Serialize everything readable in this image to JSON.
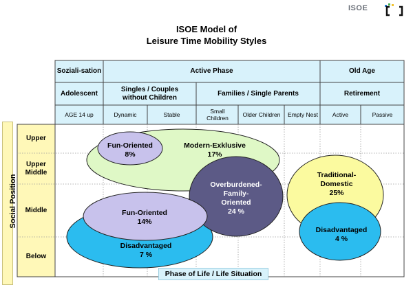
{
  "logo": {
    "text": "ISOE"
  },
  "title": {
    "line1": "ISOE Model of",
    "line2": "Leisure Time Mobility Styles"
  },
  "header": {
    "top": [
      "Soziali-sation",
      "Active Phase",
      "Old Age"
    ],
    "middle": [
      "Adolescent",
      "Singles / Couples without Children",
      "Families / Single Parents",
      "Retirement"
    ],
    "bottom": [
      "AGE 14 up",
      "Dynamic",
      "Stable",
      "Small Children",
      "Older Children",
      "Empty Nest",
      "Active",
      "Passive"
    ]
  },
  "rows": [
    "Upper",
    "Upper Middle",
    "Middle",
    "Below"
  ],
  "axis": {
    "y": "Social Position",
    "x": "Phase of Life / Life Situation"
  },
  "colors": {
    "header_fill": "#d8f2fb",
    "modern_exklusive": "#dff8c6",
    "fun_oriented": "#c8c2ec",
    "overburdened": "#5c5a86",
    "traditional": "#fbfa9f",
    "disadvantaged": "#2bbcef"
  },
  "styles": [
    {
      "name": "Fun-Oriented",
      "share": "8%"
    },
    {
      "name": "Modern-Exklusive",
      "share": "17%"
    },
    {
      "name": "Overburdened-Family-Oriented",
      "line1": "Overburdened-",
      "line2": "Family-",
      "line3": "Oriented",
      "share": "24 %"
    },
    {
      "name": "Traditional-Domestic",
      "line1": "Traditional-",
      "line2": "Domestic",
      "share": "25%"
    },
    {
      "name": "Fun-Oriented",
      "share": "14%"
    },
    {
      "name": "Disadvantaged",
      "share": "7 %"
    },
    {
      "name": "Disadvantaged",
      "share": "4 %"
    }
  ]
}
